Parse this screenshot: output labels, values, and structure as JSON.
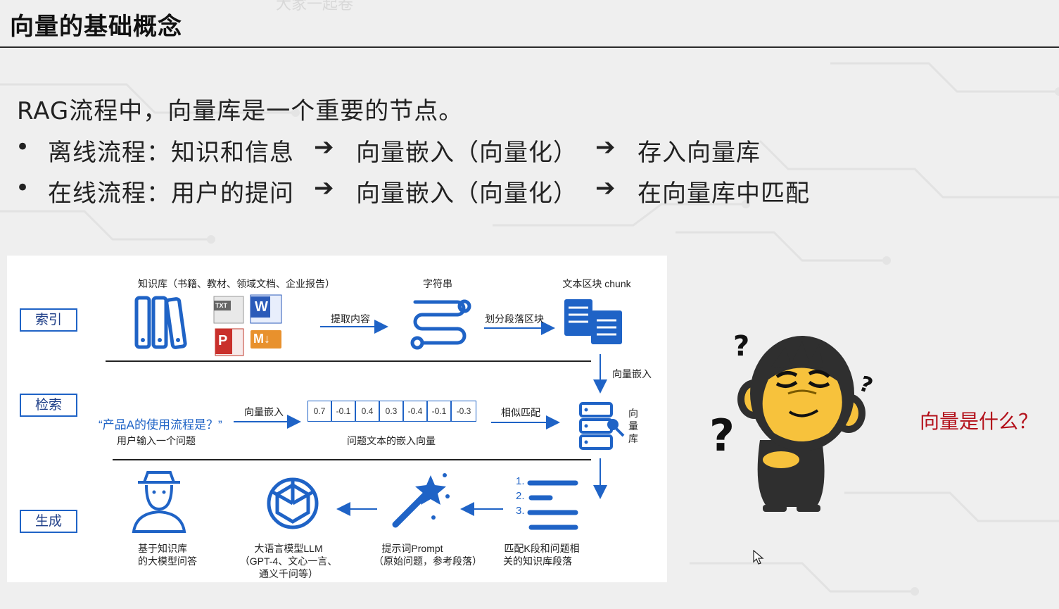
{
  "slide": {
    "title": "向量的基础概念",
    "watermark": "大家一起卷",
    "intro": "RAG流程中，向量库是一个重要的节点。",
    "bullets": [
      {
        "marker": "•",
        "label": "离线流程：知识和信息",
        "step1": "向量嵌入（向量化）",
        "step2": "存入向量库",
        "arrow": "➔"
      },
      {
        "marker": "•",
        "label": "在线流程：用户的提问",
        "step1": "向量嵌入（向量化）",
        "step2": "在向量库中匹配",
        "arrow": "➔"
      }
    ],
    "question": "向量是什么？"
  },
  "diagram": {
    "stages": {
      "index": "索引",
      "retrieve": "检索",
      "generate": "生成"
    },
    "row1": {
      "kb_label": "知识库（书籍、教材、领域文档、企业报告）",
      "extract_label": "提取内容",
      "string_label": "字符串",
      "chunk_split_label": "划分段落区块",
      "chunk_label": "文本区块 chunk",
      "embed_label": "向量嵌入",
      "file_icons": {
        "txt": "TXT",
        "word": "W",
        "ppt": "P",
        "md": "M↓"
      }
    },
    "row2": {
      "query": "“产品A的使用流程是？”",
      "query_caption": "用户输入一个问题",
      "embed_label": "向量嵌入",
      "vector": [
        "0.7",
        "-0.1",
        "0.4",
        "0.3",
        "-0.4",
        "-0.1",
        "-0.3"
      ],
      "vector_caption": "问题文本的嵌入向量",
      "match_label": "相似匹配",
      "db_label": [
        "向",
        "量",
        "库"
      ]
    },
    "row3": {
      "answer_caption": [
        "基于知识库",
        "的大模型问答"
      ],
      "llm_caption": [
        "大语言模型LLM",
        "（GPT-4、文心一言、",
        "通义千问等）"
      ],
      "prompt_caption": [
        "提示词Prompt",
        "（原始问题，参考段落）"
      ],
      "match_caption": [
        "匹配K段和问题相",
        "关的知识库段落"
      ],
      "list_numbers": [
        "1.",
        "2.",
        "3."
      ]
    }
  },
  "colors": {
    "accent_blue": "#1f63c6",
    "question_red": "#b3101a",
    "mascot_yellow": "#f7c23c",
    "mascot_dark": "#2f2f2f"
  }
}
